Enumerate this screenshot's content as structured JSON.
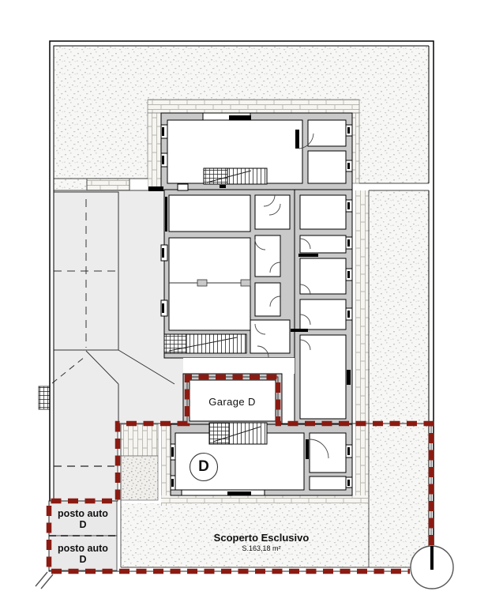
{
  "labels": {
    "garage": "Garage D",
    "unit_circle": "D",
    "open_area_title": "Scoperto Esclusivo",
    "open_area_size": "S.163,18 m²"
  },
  "parking_stalls": [
    {
      "line1": "posto auto",
      "line2": "D"
    },
    {
      "line1": "posto auto",
      "line2": "D"
    }
  ],
  "colors": {
    "boundary": "#8b1b12",
    "wall": "#c9c9c9",
    "paving": "#ececec",
    "stall_fill": "#e9e9e9",
    "line": "#1a1a1a"
  }
}
